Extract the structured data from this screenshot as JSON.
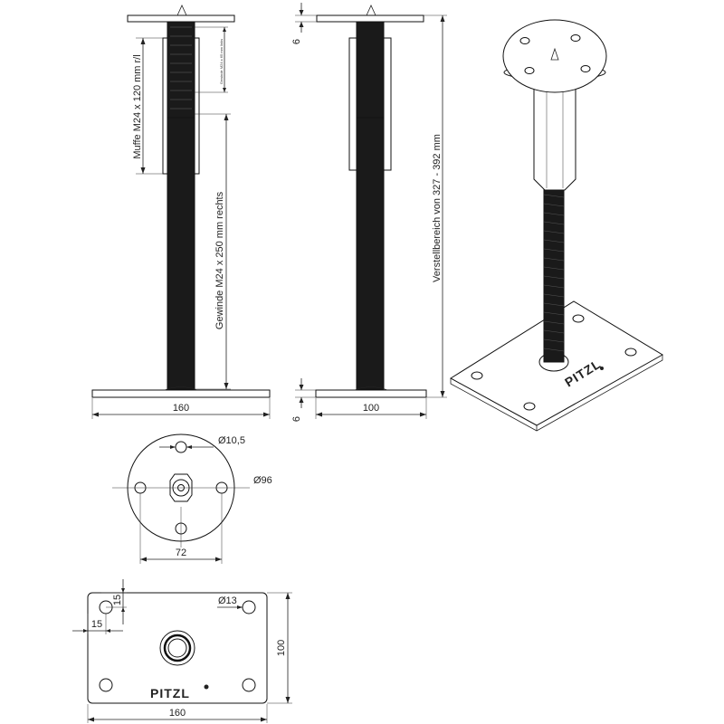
{
  "labels": {
    "base_width_front": "160",
    "base_width_side": "100",
    "plate_thickness_top": "6",
    "plate_thickness_bottom": "6",
    "sleeve_label": "Muffe M24 x 120 mm r/l",
    "sleeve_note": "Gewinde M24 x 65 mm links",
    "thread_label": "Gewinde M24 x 250 mm rechts",
    "range_label": "Verstellbereich von 327 - 392 mm",
    "head_hole_dia": "Ø10,5",
    "head_plate_dia": "Ø96",
    "head_hole_spacing": "72",
    "base_hole_dia": "Ø13",
    "base_offset_x": "15",
    "base_offset_y": "15",
    "base_plate_height": "100",
    "base_plate_width": "160",
    "brand_plan": "PITZL",
    "brand_iso": "PITZL"
  },
  "colors": {
    "line": "#222222",
    "thread_fill": "#1a1a1a",
    "part_fill": "#ffffff"
  }
}
